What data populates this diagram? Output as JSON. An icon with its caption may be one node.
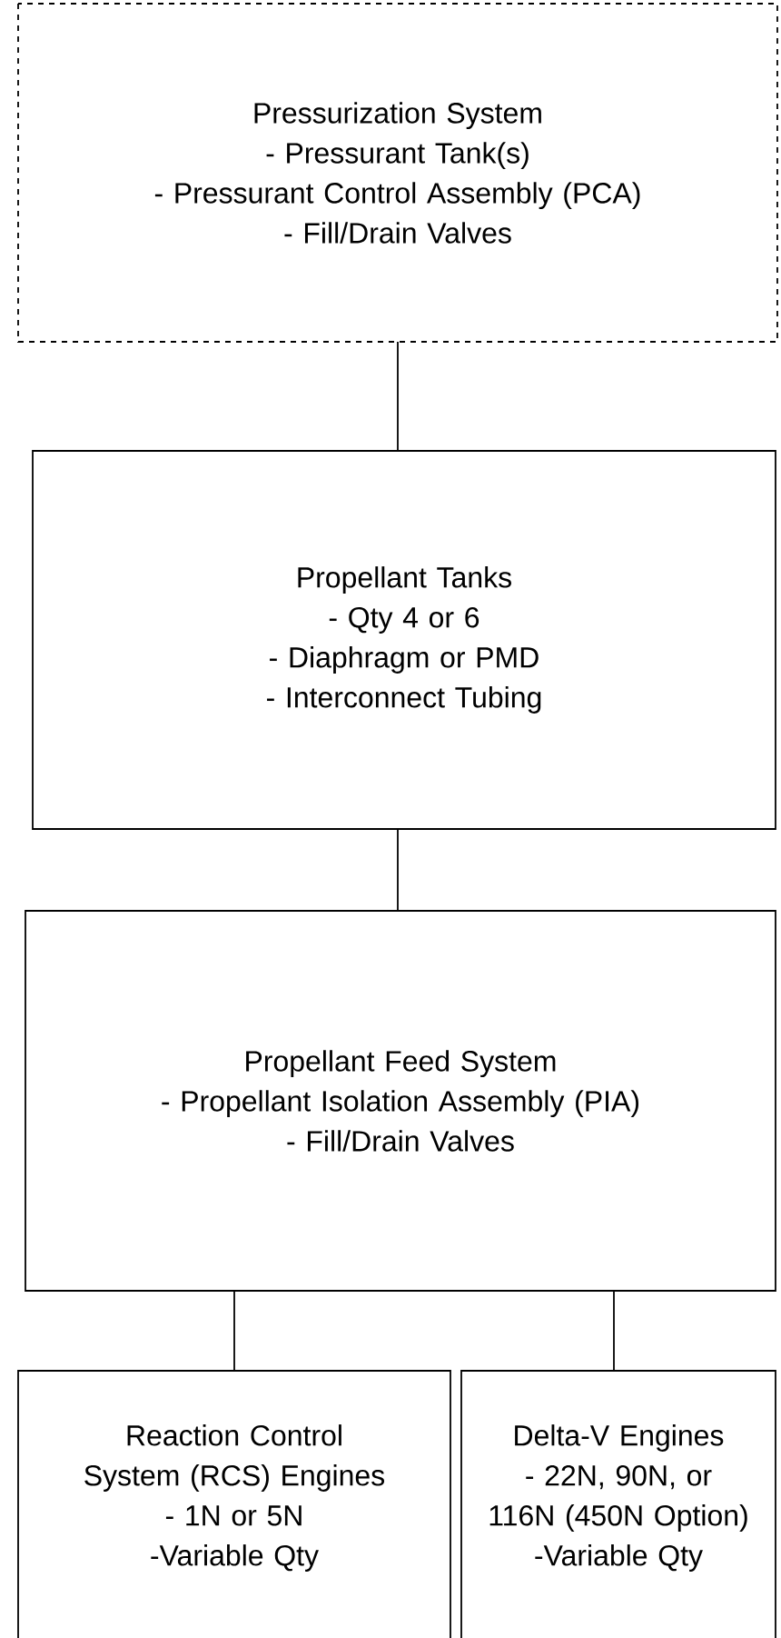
{
  "diagram": {
    "nodes": [
      {
        "text": [
          "Pressurization System",
          "- Pressurant Tank(s)",
          "- Pressurant Control Assembly (PCA)",
          "- Fill/Drain Valves"
        ]
      },
      {
        "text": [
          "Propellant Tanks",
          "- Qty 4 or 6",
          "- Diaphragm or PMD",
          "- Interconnect Tubing"
        ]
      },
      {
        "text": [
          "Propellant Feed System",
          "- Propellant Isolation Assembly (PIA)",
          "- Fill/Drain Valves"
        ]
      },
      {
        "text": [
          "Reaction Control System (RCS) Engines",
          "- 1N or 5N",
          "-Variable Qty"
        ]
      },
      {
        "text": [
          "Delta-V Engines",
          "- 22N, 90N, or 116N (450N Option)",
          "-Variable Qty"
        ]
      }
    ],
    "edges": [
      {
        "from": 0,
        "to": 1,
        "arrow": "none"
      },
      {
        "from": 1,
        "to": 2,
        "arrow": "none"
      },
      {
        "from": 2,
        "to": 3,
        "arrow": "none"
      },
      {
        "from": 2,
        "to": 4,
        "arrow": "none"
      }
    ]
  }
}
